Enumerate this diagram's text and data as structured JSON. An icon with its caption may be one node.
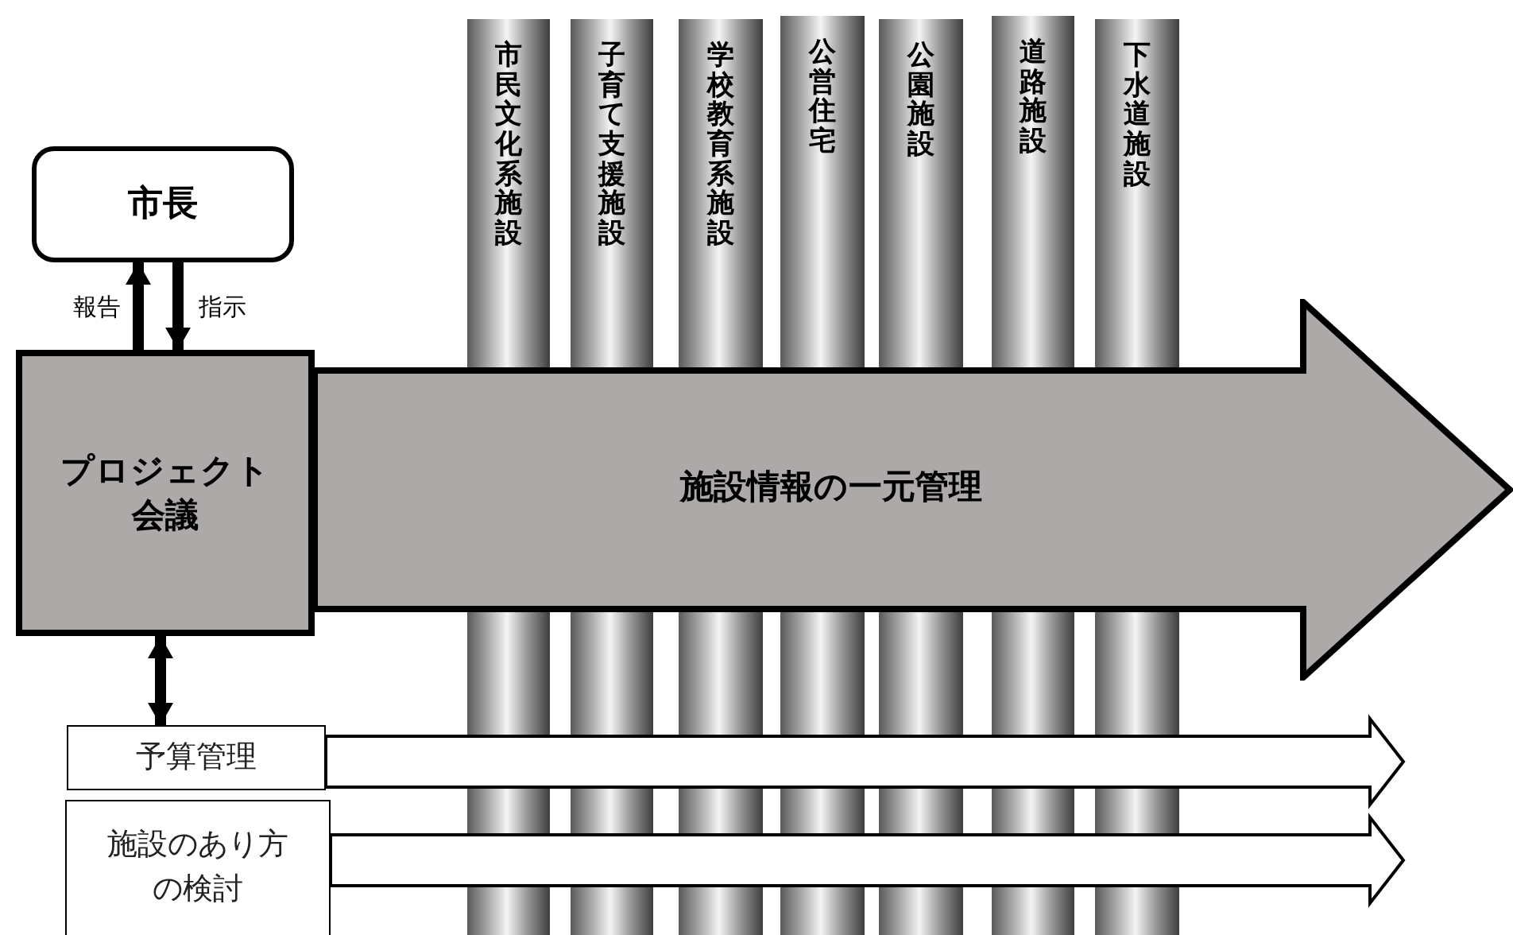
{
  "diagram": {
    "nodes": [
      {
        "text": [
          "市民文化系施設"
        ]
      },
      {
        "text": [
          "子育て支援施設"
        ]
      },
      {
        "text": [
          "学校教育系施設"
        ]
      },
      {
        "text": [
          "公営住宅"
        ]
      },
      {
        "text": [
          "公園施設"
        ]
      },
      {
        "text": [
          "道路施設"
        ]
      },
      {
        "text": [
          "下水道施設"
        ]
      },
      {
        "text": [
          "市長"
        ]
      },
      {
        "text": [
          "プロジェクト会議"
        ]
      },
      {
        "text": [
          "施設情報の一元管理"
        ]
      },
      {
        "text": [
          "予算管理"
        ]
      },
      {
        "text": [
          "施設のあり方の検討"
        ]
      }
    ],
    "edges": [
      {
        "from": 8,
        "to": 7,
        "arrow": "to",
        "label": "報告"
      },
      {
        "from": 7,
        "to": 8,
        "arrow": "to",
        "label": "指示"
      },
      {
        "from": 8,
        "to": 10,
        "arrow": "both"
      },
      {
        "from": 10,
        "to": null,
        "arrow": "to"
      },
      {
        "from": 11,
        "to": null,
        "arrow": "to"
      }
    ]
  }
}
